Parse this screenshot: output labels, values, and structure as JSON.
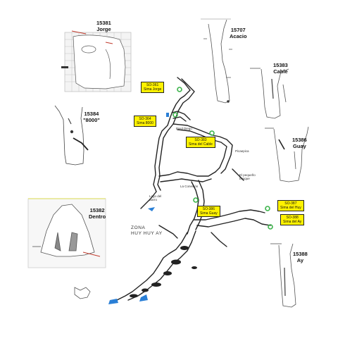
{
  "profiles": [
    {
      "id": "15381",
      "name": "Jorge"
    },
    {
      "id": "15707",
      "name": "Acacio"
    },
    {
      "id": "15383",
      "name": "Cable"
    },
    {
      "id": "15384",
      "name": "\"8000\""
    },
    {
      "id": "15386",
      "name": "Guay"
    },
    {
      "id": "15382",
      "name": "Dentro"
    },
    {
      "id": "15388",
      "name": "Ay"
    }
  ],
  "map_tags": [
    {
      "code": "SO-361",
      "name": "Sima Jorge"
    },
    {
      "code": "SO-364",
      "name": "Sima 8000"
    },
    {
      "code": "SO-383",
      "name": "Sima del Cable"
    },
    {
      "code": "SO-386",
      "name": "Sima Guay"
    },
    {
      "code": "SO-387",
      "name": "Sima del Huy"
    },
    {
      "code": "SO-388",
      "name": "Sima del Ay"
    }
  ],
  "places": {
    "pasil_diego": "Pasil Diego",
    "picaepica": "Picaepica",
    "pequeno_bosque_1": "El pequeño",
    "pequeno_bosque_2": "bosque",
    "la_conexion": "La Conexión",
    "lago_barro_1": "Lago del",
    "lago_barro_2": "Barro"
  },
  "zone": {
    "line1": "ZONA",
    "line2": "HUY HUY AY"
  },
  "colors": {
    "tag_fill": "#fff200",
    "water": "#2a7fd6",
    "entrance": "#3cb44b",
    "passage": "#222222"
  }
}
